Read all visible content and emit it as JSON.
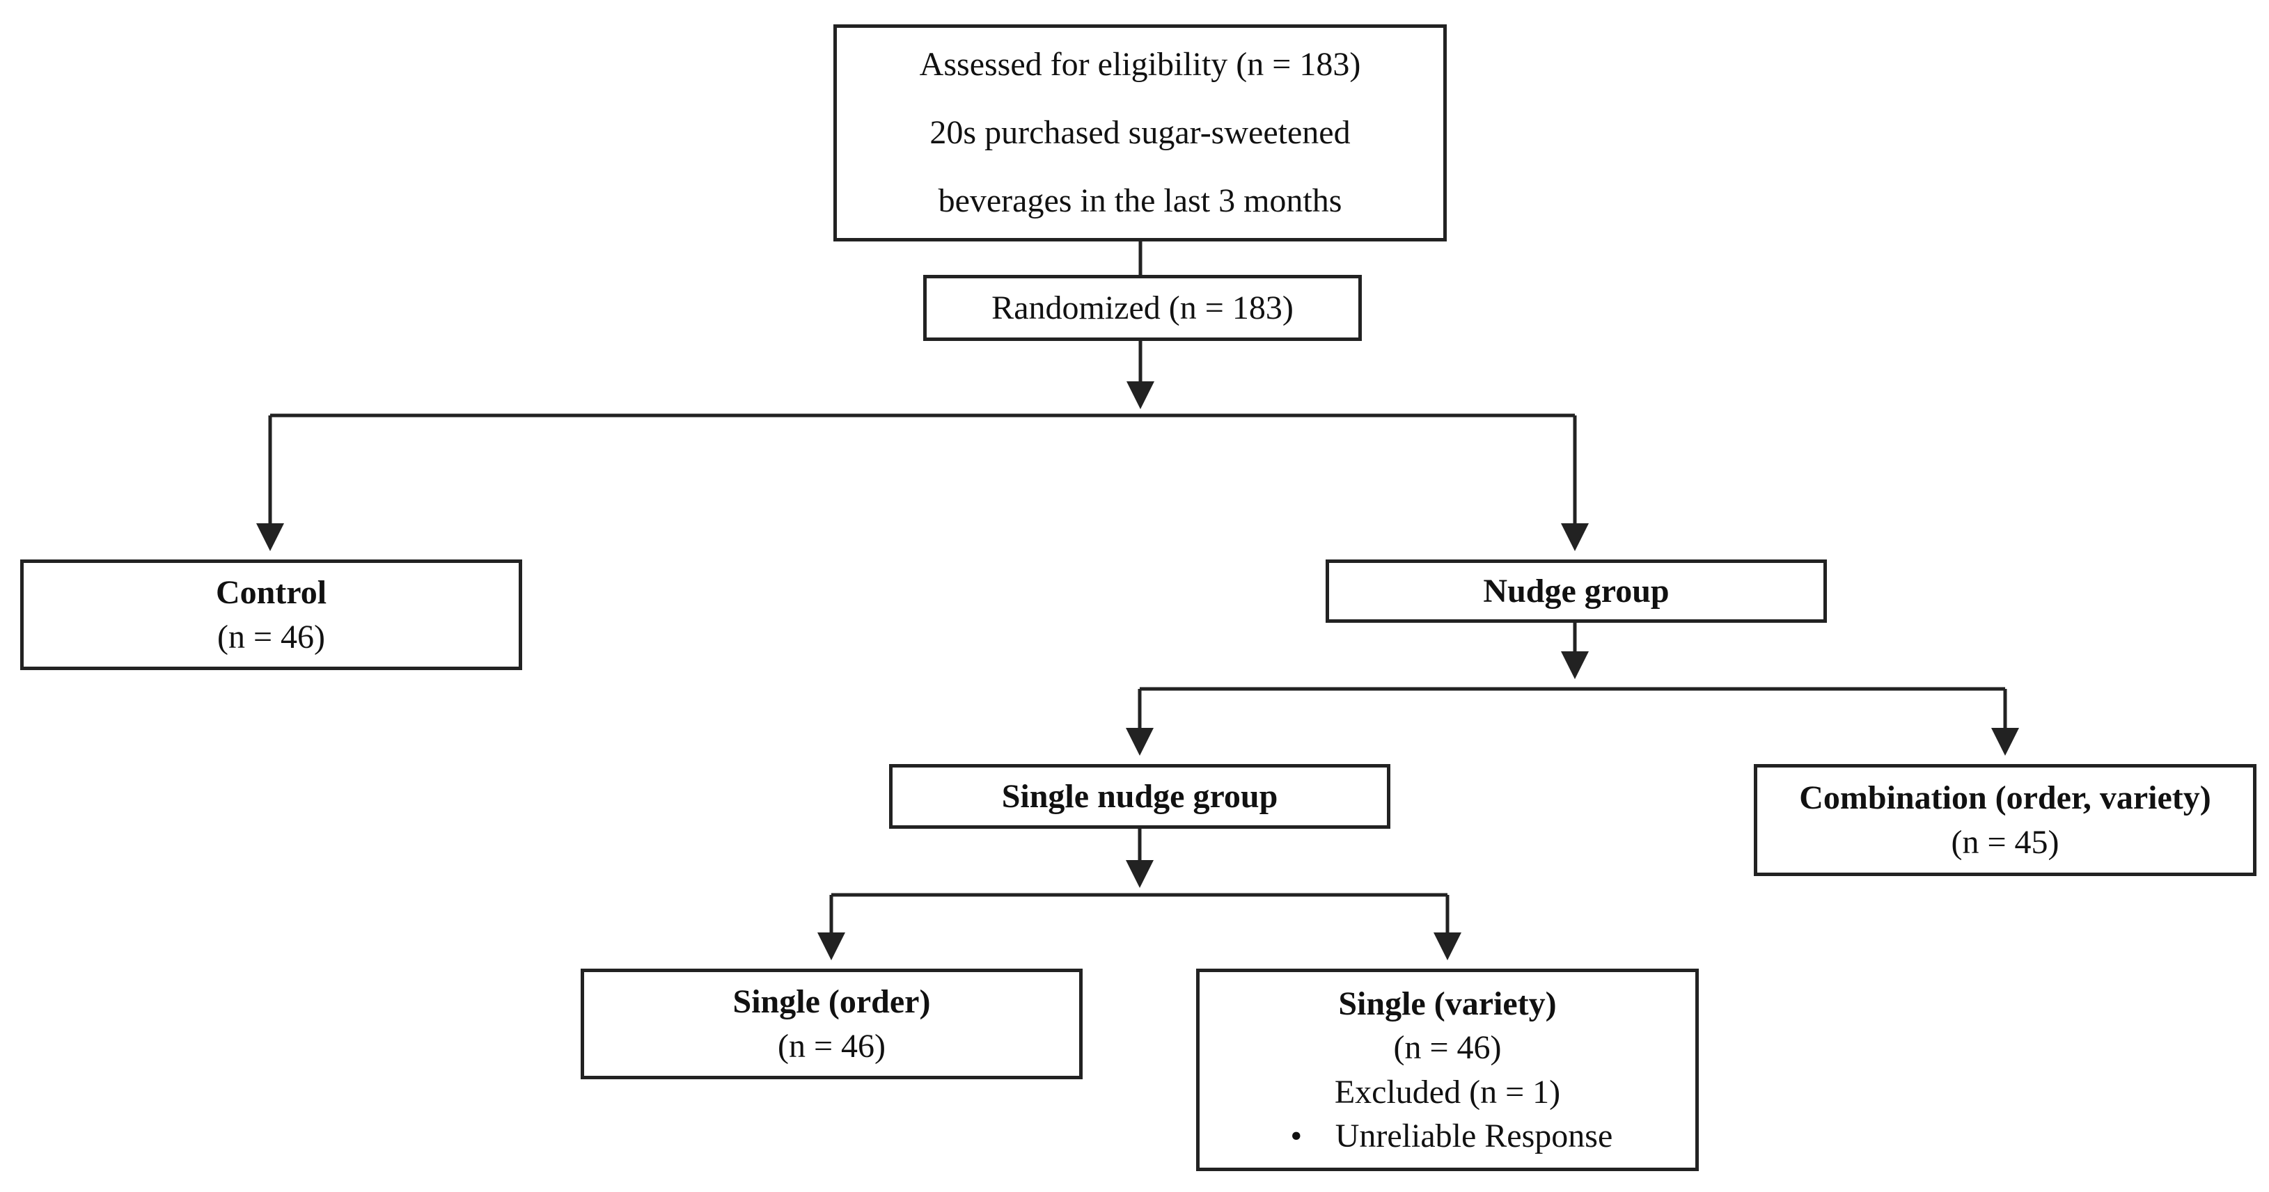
{
  "eligibility": {
    "line1": "Assessed for eligibility (n = 183)",
    "line2": "20s purchased sugar-sweetened",
    "line3": "beverages in the last 3 months"
  },
  "randomized": {
    "label": "Randomized (n = 183)"
  },
  "control": {
    "title": "Control",
    "n": "(n = 46)"
  },
  "nudge_group": {
    "title": "Nudge group"
  },
  "single_nudge_group": {
    "title": "Single nudge group"
  },
  "combination": {
    "title": "Combination (order, variety)",
    "n": "(n = 45)"
  },
  "single_order": {
    "title": "Single (order)",
    "n": "(n = 46)"
  },
  "single_variety": {
    "title": "Single (variety)",
    "n": "(n = 46)",
    "excluded": "Excluded (n = 1)",
    "bullet_symbol": "•",
    "reason": "Unreliable Response"
  }
}
